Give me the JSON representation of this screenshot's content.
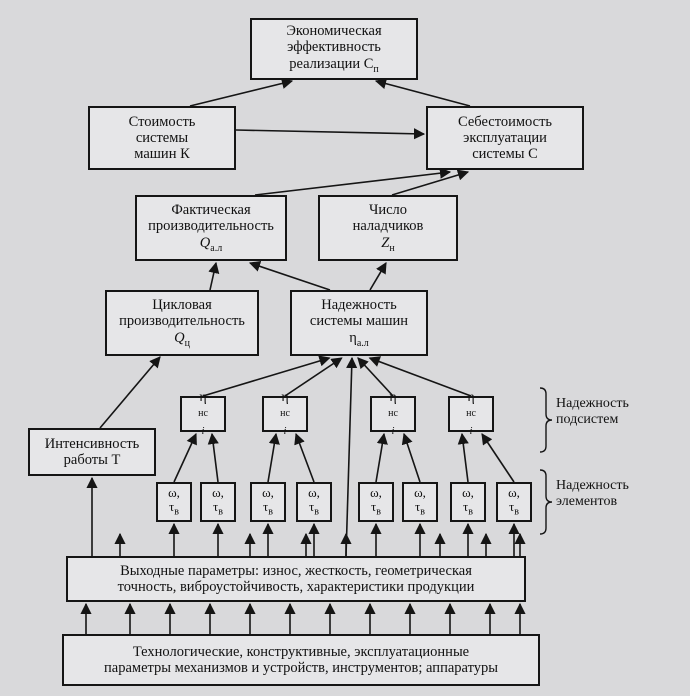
{
  "boxes": {
    "economic": {
      "line1": "Экономическая",
      "line2": "эффективность",
      "line3": "реализации C",
      "sub": "п"
    },
    "cost_machines": {
      "line1": "Стоимость",
      "line2": "системы",
      "line3": "машин К"
    },
    "cost_operation": {
      "line1": "Себестоимость",
      "line2": "эксплуатации",
      "line3": "системы С"
    },
    "actual_productivity": {
      "line1": "Фактическая",
      "line2": "производительность",
      "line3": "Q",
      "sub": "а.л"
    },
    "adjusters": {
      "line1": "Число",
      "line2": "наладчиков",
      "line3": "Z",
      "sub": "н"
    },
    "cycle_productivity": {
      "line1": "Цикловая",
      "line2": "производительность",
      "line3": "Q",
      "sub": "ц"
    },
    "reliability_system": {
      "line1": "Надежность",
      "line2": "системы машин",
      "line3": "η",
      "sub": "а.л"
    },
    "intensity": {
      "line1": "Интенсивность",
      "line2": "работы T"
    },
    "subsystem_symbol": "η",
    "subsystem_sub": "нс",
    "subsystem_index": "i",
    "element_line1": "ω,",
    "element_line2": "τ",
    "element_sub": "в",
    "output_params": {
      "line1": "Выходные параметры: износ, жесткость, геометрическая",
      "line2": "точность, виброустойчивость, характеристики продукции"
    },
    "tech_params": {
      "line1": "Технологические, конструктивные, эксплуатационные",
      "line2": "параметры механизмов и устройств, инструментов; аппаратуры"
    }
  },
  "labels": {
    "subsystems": {
      "line1": "Надежность",
      "line2": "подсистем"
    },
    "elements": {
      "line1": "Надежность",
      "line2": "элементов"
    }
  }
}
